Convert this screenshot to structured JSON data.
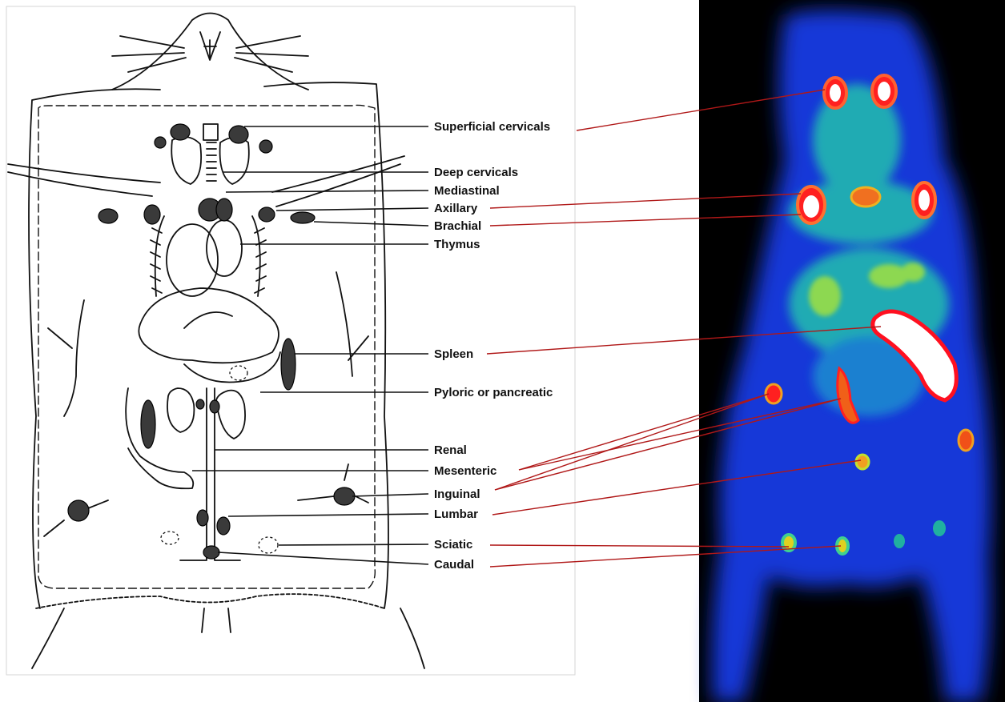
{
  "labels": [
    "Superficial cervicals",
    "Deep cervicals",
    "Mediastinal",
    "Axillary",
    "Brachial",
    "Thymus",
    "Spleen",
    "Pyloric or pancreatic",
    "Renal",
    "Mesenteric",
    "Inguinal",
    "Lumbar",
    "Sciatic",
    "Caudal"
  ],
  "colors": {
    "line_drawing": "#111111",
    "connector": "#b01818",
    "pet_background": "#000000",
    "pet_low": "#1030e0",
    "pet_mid": "#20c0a0",
    "pet_high": "#f08020",
    "pet_peak": "#ffffff",
    "pet_rim": "#e01020"
  }
}
